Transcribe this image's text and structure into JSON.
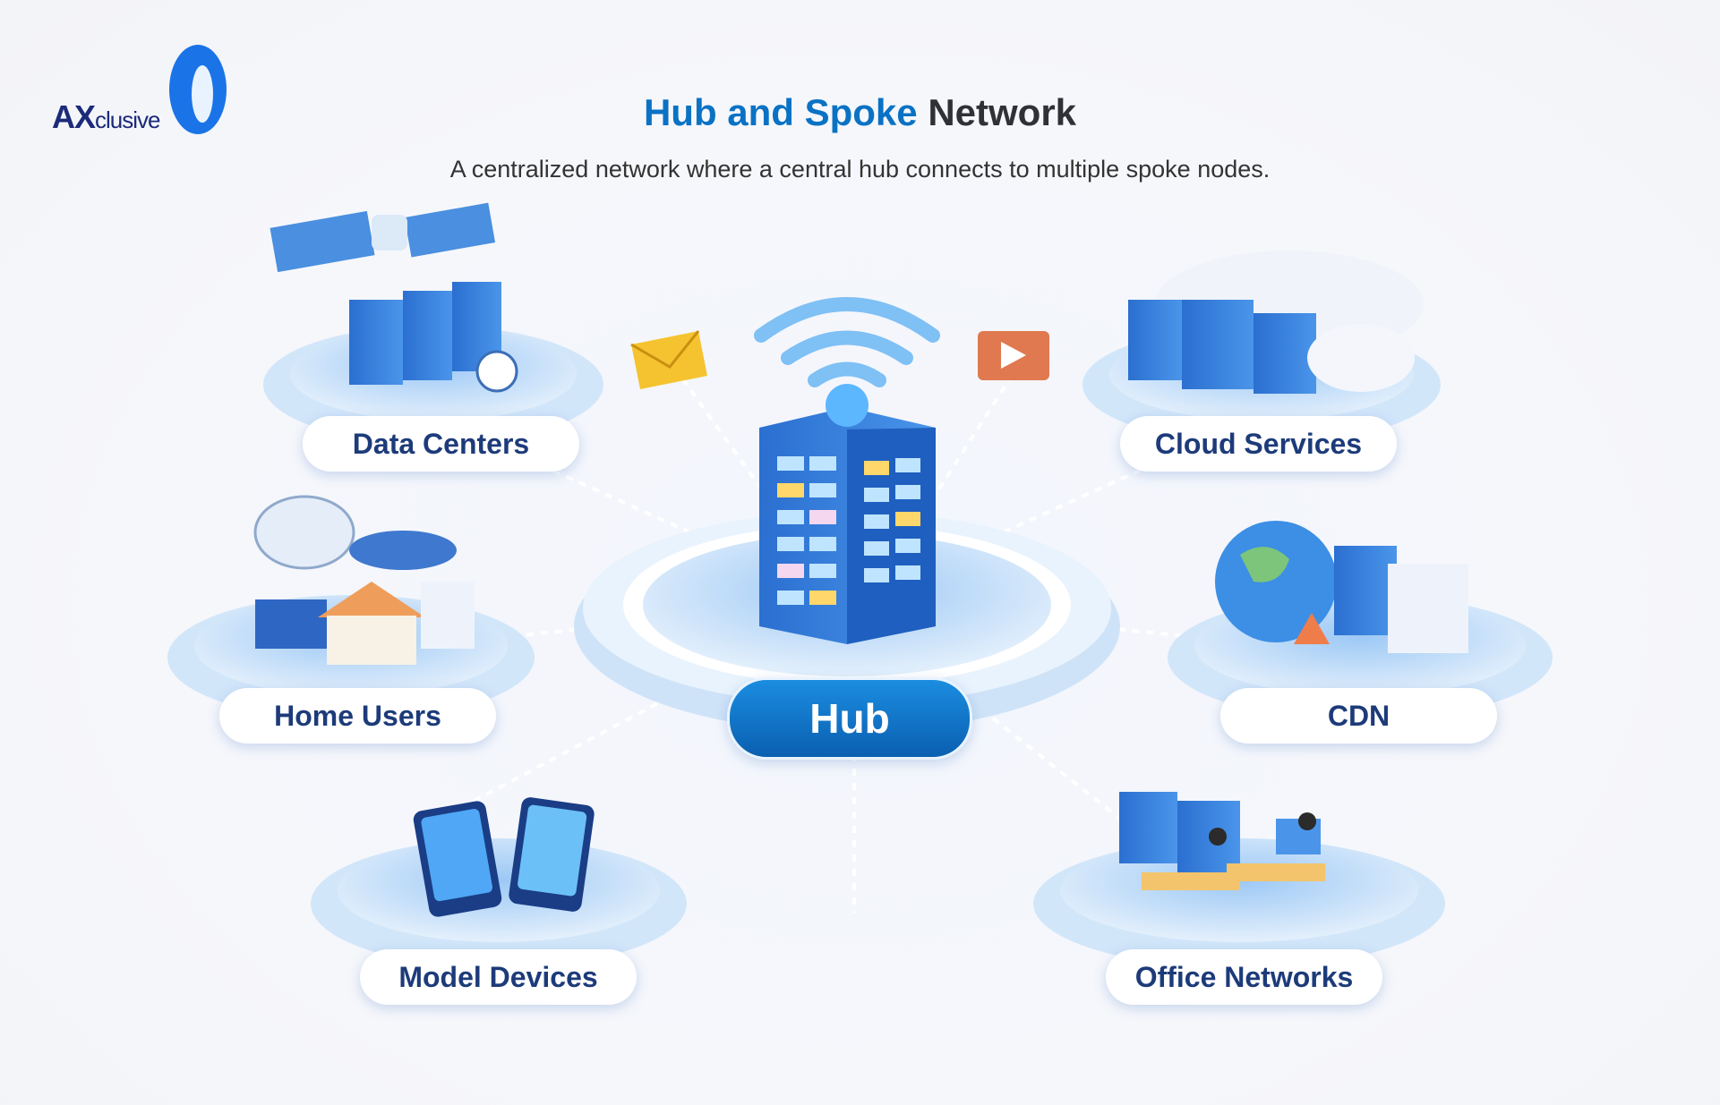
{
  "logo": {
    "brand_strong": "AX",
    "brand_rest": "clusive"
  },
  "header": {
    "title_blue": "Hub and Spoke",
    "title_dark": "Network",
    "subtitle": "A centralized network where a central hub connects to multiple spoke nodes."
  },
  "hub": {
    "label": "Hub"
  },
  "nodes": [
    {
      "label": "Data Centers",
      "icon": "server-rack-satellite-icon"
    },
    {
      "label": "Cloud Services",
      "icon": "cloud-server-icon"
    },
    {
      "label": "Home Users",
      "icon": "house-satellite-dish-icon"
    },
    {
      "label": "CDN",
      "icon": "globe-building-icon"
    },
    {
      "label": "Model Devices",
      "icon": "smartphones-icon"
    },
    {
      "label": "Office Networks",
      "icon": "office-workers-icon"
    }
  ],
  "colors": {
    "accent": "#0a72c4",
    "title_dark": "#2f3136",
    "label_text": "#1d3b7a",
    "platform": "#bcd9f7"
  }
}
